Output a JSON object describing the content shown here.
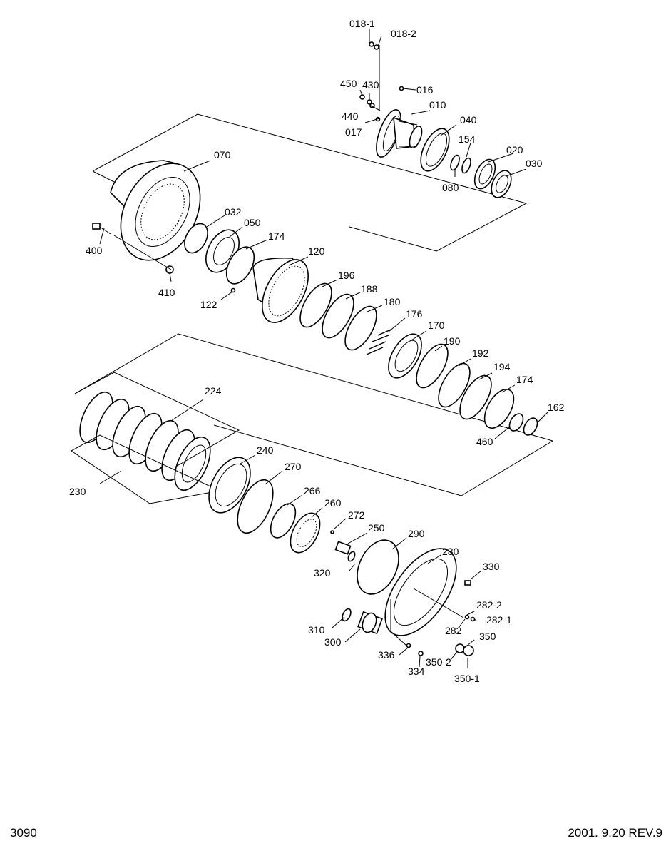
{
  "page_number": "3090",
  "revision": "2001. 9.20  REV.9",
  "callouts": [
    {
      "id": "018-1",
      "label": "018-1"
    },
    {
      "id": "018-2",
      "label": "018-2"
    },
    {
      "id": "450",
      "label": "450"
    },
    {
      "id": "430",
      "label": "430"
    },
    {
      "id": "016",
      "label": "016"
    },
    {
      "id": "010",
      "label": "010"
    },
    {
      "id": "440",
      "label": "440"
    },
    {
      "id": "017",
      "label": "017"
    },
    {
      "id": "040",
      "label": "040"
    },
    {
      "id": "154",
      "label": "154"
    },
    {
      "id": "020",
      "label": "020"
    },
    {
      "id": "030",
      "label": "030"
    },
    {
      "id": "080",
      "label": "080"
    },
    {
      "id": "070",
      "label": "070"
    },
    {
      "id": "032",
      "label": "032"
    },
    {
      "id": "050",
      "label": "050"
    },
    {
      "id": "174a",
      "label": "174"
    },
    {
      "id": "120",
      "label": "120"
    },
    {
      "id": "400",
      "label": "400"
    },
    {
      "id": "410",
      "label": "410"
    },
    {
      "id": "122",
      "label": "122"
    },
    {
      "id": "196",
      "label": "196"
    },
    {
      "id": "188",
      "label": "188"
    },
    {
      "id": "180",
      "label": "180"
    },
    {
      "id": "176",
      "label": "176"
    },
    {
      "id": "170",
      "label": "170"
    },
    {
      "id": "190",
      "label": "190"
    },
    {
      "id": "192",
      "label": "192"
    },
    {
      "id": "194",
      "label": "194"
    },
    {
      "id": "174b",
      "label": "174"
    },
    {
      "id": "162",
      "label": "162"
    },
    {
      "id": "460",
      "label": "460"
    },
    {
      "id": "224",
      "label": "224"
    },
    {
      "id": "230",
      "label": "230"
    },
    {
      "id": "240",
      "label": "240"
    },
    {
      "id": "270",
      "label": "270"
    },
    {
      "id": "266",
      "label": "266"
    },
    {
      "id": "260",
      "label": "260"
    },
    {
      "id": "272",
      "label": "272"
    },
    {
      "id": "250",
      "label": "250"
    },
    {
      "id": "290",
      "label": "290"
    },
    {
      "id": "320",
      "label": "320"
    },
    {
      "id": "280",
      "label": "280"
    },
    {
      "id": "330",
      "label": "330"
    },
    {
      "id": "282-2",
      "label": "282-2"
    },
    {
      "id": "282-1",
      "label": "282-1"
    },
    {
      "id": "282",
      "label": "282"
    },
    {
      "id": "350",
      "label": "350"
    },
    {
      "id": "310",
      "label": "310"
    },
    {
      "id": "300",
      "label": "300"
    },
    {
      "id": "336",
      "label": "336"
    },
    {
      "id": "334",
      "label": "334"
    },
    {
      "id": "350-2",
      "label": "350-2"
    },
    {
      "id": "350-1",
      "label": "350-1"
    }
  ]
}
